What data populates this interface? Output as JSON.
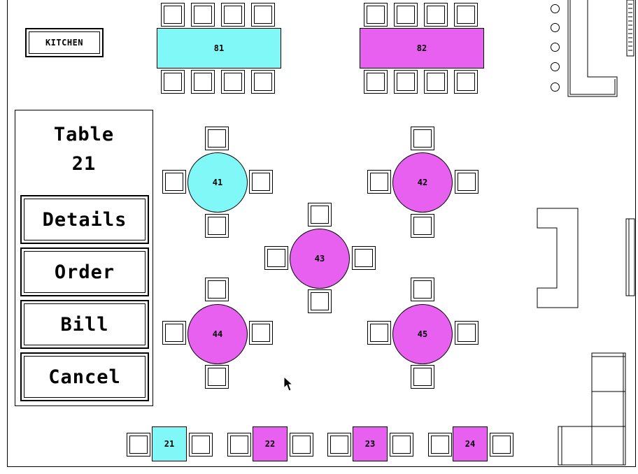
{
  "kitchen": {
    "label": "KITCHEN"
  },
  "colors": {
    "free": "#80f8f8",
    "occupied": "#e860f0"
  },
  "tables": [
    {
      "id": "81",
      "label": "81",
      "status": "free"
    },
    {
      "id": "82",
      "label": "82",
      "status": "occupied"
    },
    {
      "id": "41",
      "label": "41",
      "status": "free"
    },
    {
      "id": "42",
      "label": "42",
      "status": "occupied"
    },
    {
      "id": "43",
      "label": "43",
      "status": "occupied"
    },
    {
      "id": "44",
      "label": "44",
      "status": "occupied"
    },
    {
      "id": "45",
      "label": "45",
      "status": "occupied"
    },
    {
      "id": "21",
      "label": "21",
      "status": "free"
    },
    {
      "id": "22",
      "label": "22",
      "status": "occupied"
    },
    {
      "id": "23",
      "label": "23",
      "status": "occupied"
    },
    {
      "id": "24",
      "label": "24",
      "status": "occupied"
    }
  ],
  "panel": {
    "title_line1": "Table",
    "title_line2": "21",
    "buttons": {
      "details": "Details",
      "order": "Order",
      "bill": "Bill",
      "cancel": "Cancel"
    }
  }
}
